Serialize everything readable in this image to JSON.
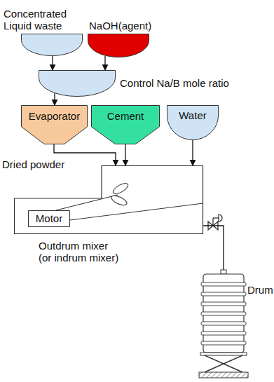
{
  "diagram": {
    "nodes": [
      {
        "text": [
          "Concentrated Liquid waste"
        ]
      },
      {
        "text": [
          "NaOH(agent)"
        ]
      },
      {
        "text": [
          "Control Na/B mole ratio"
        ]
      },
      {
        "text": [
          "Evaporator"
        ]
      },
      {
        "text": [
          "Cement"
        ]
      },
      {
        "text": [
          "Water"
        ]
      },
      {
        "text": [
          "Outdrum mixer",
          "(or indrum mixer)"
        ]
      },
      {
        "text": [
          "Motor"
        ],
        "in": 6
      },
      {
        "text": [
          "Drum"
        ]
      }
    ],
    "edges": [
      {
        "from": 0,
        "to": 2,
        "arrow": "to"
      },
      {
        "from": 1,
        "to": 2,
        "arrow": "to"
      },
      {
        "from": 2,
        "to": 3,
        "arrow": "to"
      },
      {
        "from": 3,
        "to": 6,
        "arrow": "to"
      },
      {
        "from": 4,
        "to": 6,
        "arrow": "to"
      },
      {
        "from": 5,
        "to": 6,
        "arrow": "to"
      },
      {
        "from": 6,
        "to": 8,
        "arrow": "none"
      }
    ],
    "labels": [
      "Dried powder"
    ]
  }
}
